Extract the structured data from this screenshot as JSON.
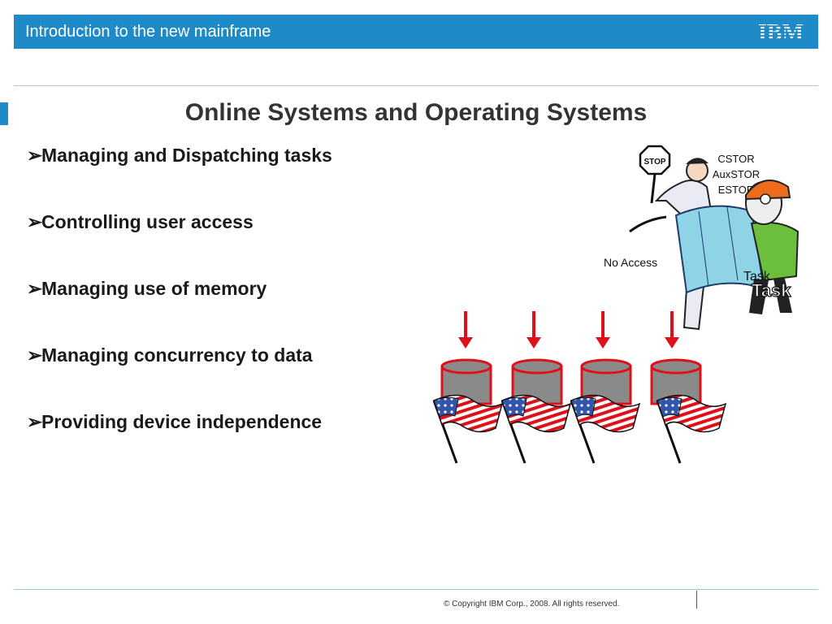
{
  "header": {
    "title": "Introduction to the new mainframe",
    "logo_text": "IBM",
    "accent_color": "#1e8ac8"
  },
  "slide": {
    "title": "Online Systems and Operating Systems",
    "bullet_glyph": "➢",
    "bullets": [
      "Managing and Dispatching tasks",
      "Controlling user access",
      "Managing use of memory",
      "Managing concurrency to data",
      "Providing device independence"
    ]
  },
  "illustration": {
    "stop_sign": "STOP",
    "storage_labels": [
      "CSTOR",
      "AuxSTOR",
      "ESTOR"
    ],
    "no_access": "No Access",
    "task_label": "Task",
    "task_sign": "Task",
    "icons": [
      "stop-sign-icon",
      "guard-icon",
      "worker-icon",
      "cylinder-icon",
      "flag-icon",
      "arrow-down-icon"
    ]
  },
  "footer": {
    "copyright": "© Copyright IBM Corp., 2008. All rights reserved."
  }
}
